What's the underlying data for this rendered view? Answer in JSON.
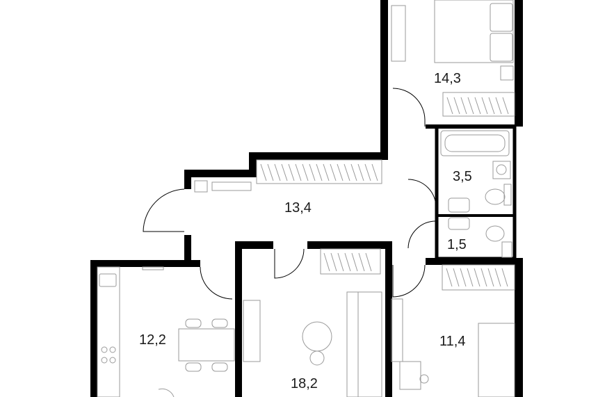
{
  "colors": {
    "wall": "#000000",
    "fixture": "#9a9a9a",
    "text": "#1a1a1a",
    "background": "#ffffff"
  },
  "rooms": [
    {
      "id": "bedroom-top",
      "area": "14,3"
    },
    {
      "id": "bathroom",
      "area": "3,5"
    },
    {
      "id": "hallway",
      "area": "13,4"
    },
    {
      "id": "toilet",
      "area": "1,5"
    },
    {
      "id": "kitchen",
      "area": "12,2"
    },
    {
      "id": "living-room",
      "area": "18,2"
    },
    {
      "id": "bedroom-right",
      "area": "11,4"
    }
  ]
}
